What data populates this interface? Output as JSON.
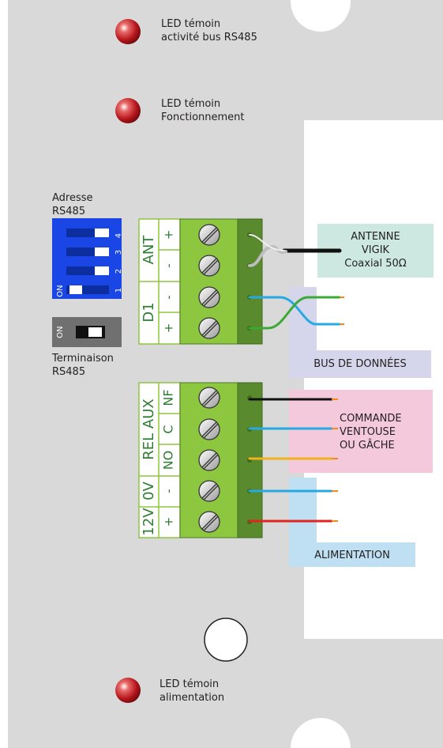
{
  "leds": [
    {
      "line1": "LED témoin",
      "line2": "activité bus RS485",
      "color": "#c81e1e"
    },
    {
      "line1": "LED témoin",
      "line2": "Fonctionnement",
      "color": "#c81e1e"
    },
    {
      "line1": "LED témoin",
      "line2": "alimentation",
      "color": "#c81e1e"
    }
  ],
  "address_switch": {
    "title_line1": "Adresse",
    "title_line2": "RS485",
    "on_label": "ON",
    "positions": [
      "4",
      "3",
      "2",
      "1"
    ],
    "active": [
      false,
      false,
      false,
      true
    ],
    "color": "#1a46e6"
  },
  "termination_switch": {
    "on_label": "ON",
    "label_line1": "Terminaison",
    "label_line2": "RS485"
  },
  "terminal_block_top": {
    "groups": [
      "ANT",
      "D1"
    ],
    "pins": [
      "+",
      "-",
      "-",
      "+"
    ]
  },
  "terminal_block_bottom": {
    "groups": [
      "REL AUX",
      "0V",
      "12V"
    ],
    "relay_pins": [
      "NF",
      "C",
      "NO"
    ],
    "pins": [
      "-",
      "+"
    ]
  },
  "callouts": {
    "antenna": {
      "line1": "ANTENNE",
      "line2": "VIGIK",
      "line3": "Coaxial 50Ω",
      "color": "#cde8e0"
    },
    "data_bus": {
      "label": "BUS DE DONNÉES",
      "color": "#d5d5ec"
    },
    "lock": {
      "line1": "COMMANDE",
      "line2": "VENTOUSE",
      "line3": "OU GÂCHE",
      "color": "#f4c9dc"
    },
    "power": {
      "label": "ALIMENTATION",
      "color": "#bfe0f3"
    }
  },
  "colors": {
    "board": "#d9d9d9",
    "terminal_green": "#8dc63f",
    "terminal_dark": "#5a8a2e",
    "wire_black": "#111111",
    "wire_blue": "#27a9e1",
    "wire_green": "#3aaa35",
    "wire_yellow": "#f0b21e",
    "wire_red": "#e0261f"
  }
}
